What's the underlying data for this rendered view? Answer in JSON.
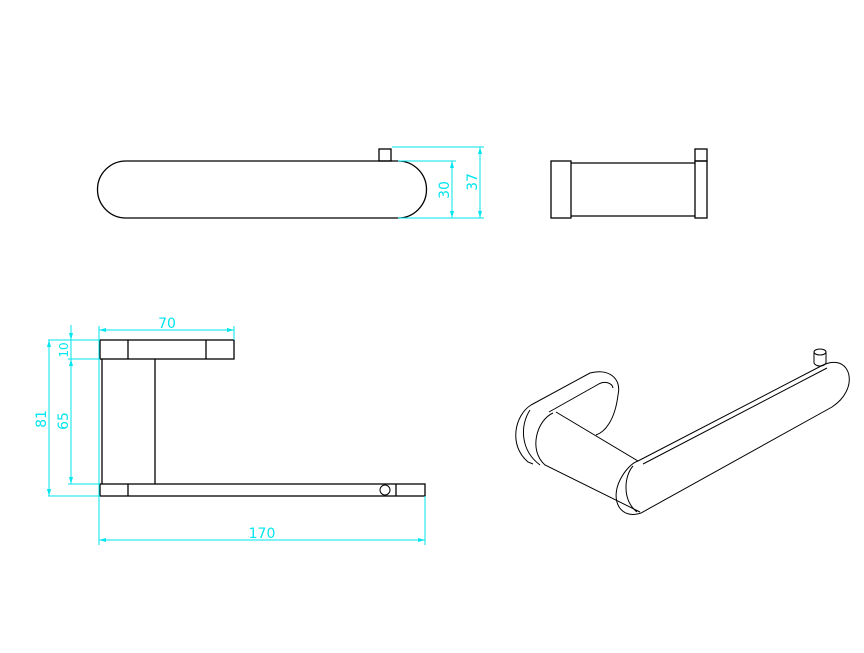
{
  "drawing": {
    "subject": "towel holder technical drawing",
    "line_color": "#000000",
    "dimension_color": "#00e5ee",
    "background": "#ffffff"
  },
  "views": {
    "top": {
      "dimensions": {
        "body_height": "30",
        "overall_height": "37"
      }
    },
    "side": {},
    "front": {
      "dimensions": {
        "top_width": "70",
        "plate_thickness": "10",
        "inner_height": "65",
        "overall_height": "81",
        "overall_length": "170"
      }
    },
    "isometric": {}
  }
}
